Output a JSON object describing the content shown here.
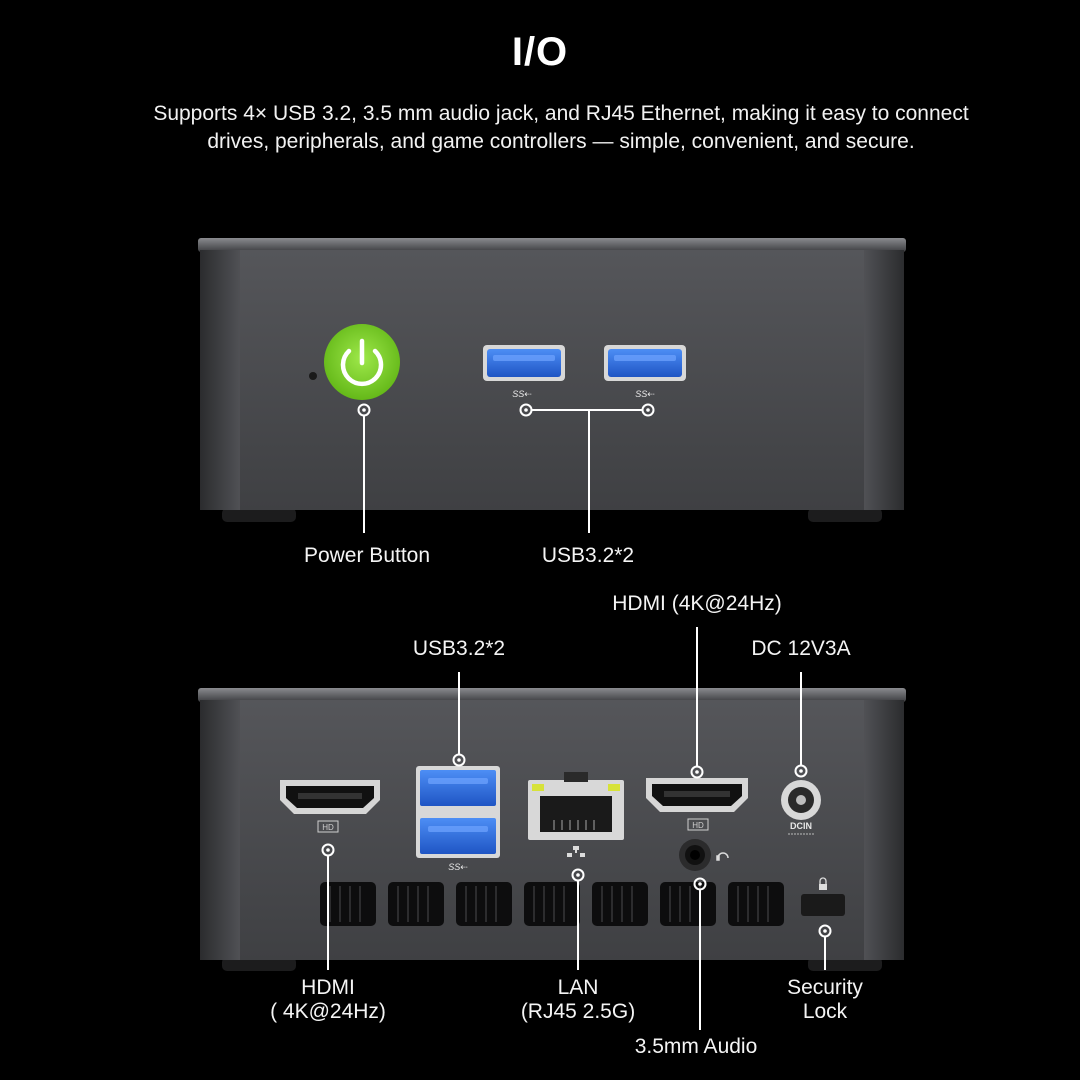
{
  "header": {
    "title": "I/O",
    "subtitle": "Supports 4× USB 3.2, 3.5 mm audio jack, and RJ45 Ethernet, making it easy to connect drives, peripherals, and game controllers — simple, convenient, and secure."
  },
  "front_panel": {
    "power_label": "Power Button",
    "usb_label": "USB3.2*2",
    "usb_logo": "SS⇠"
  },
  "rear_panel": {
    "usb_label": "USB3.2*2",
    "hdmi_top_label": "HDMI (4K@24Hz)",
    "dc_label": "DC 12V3A",
    "hdmi_left_label_1": "HDMI",
    "hdmi_left_label_2": "( 4K@24Hz)",
    "lan_label_1": "LAN",
    "lan_label_2": "(RJ45 2.5G)",
    "audio_label": "3.5mm Audio",
    "lock_label_1": "Security",
    "lock_label_2": "Lock",
    "hd_badge": "HD",
    "dcin_text": "DCIN",
    "usb_logo": "SS⇠"
  },
  "colors": {
    "background": "#000000",
    "chassis": "#4a4b4e",
    "power_green": "#7ed321",
    "usb_blue": "#2f6fe0",
    "lan_led": "#d7e23a"
  }
}
